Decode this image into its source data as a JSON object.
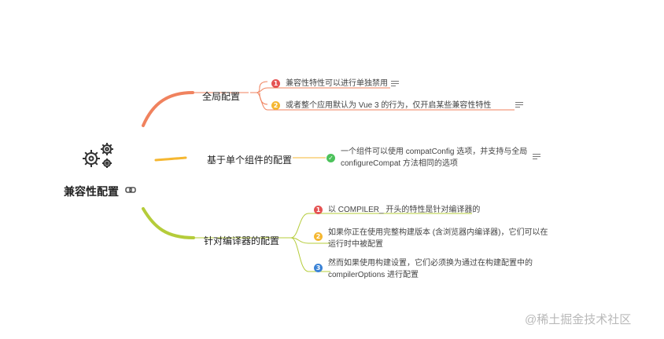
{
  "root": {
    "title": "兼容性配置",
    "gear_icon": "gears-icon",
    "link_icon": "link-icon"
  },
  "branches": [
    {
      "label": "全局配置",
      "color": "#f0825e",
      "children": [
        {
          "badge": "1",
          "badge_color": "#e55353",
          "text": "兼容性特性可以进行单独禁用",
          "has_note": true
        },
        {
          "badge": "2",
          "badge_color": "#f5b731",
          "text": "或者整个应用默认为 Vue 3 的行为，仅开启某些兼容性特性",
          "has_note": true
        }
      ]
    },
    {
      "label": "基于单个组件的配置",
      "color": "#f5b731",
      "children": [
        {
          "badge": "✓",
          "badge_color": "#4cc25b",
          "text_lines": [
            "一个组件可以使用 compatConfig 选项，并支持与全局",
            "configureCompat 方法相同的选项"
          ],
          "has_note": true
        }
      ]
    },
    {
      "label": "针对编译器的配置",
      "color": "#b5cc3a",
      "children": [
        {
          "badge": "1",
          "badge_color": "#e55353",
          "text": "以 COMPILER_ 开头的特性是针对编译器的"
        },
        {
          "badge": "2",
          "badge_color": "#f5b731",
          "text_lines": [
            "如果你正在使用完整构建版本 (含浏览器内编译器)，它们可以在",
            "运行时中被配置"
          ]
        },
        {
          "badge": "3",
          "badge_color": "#3a82d6",
          "text_lines": [
            "然而如果使用构建设置，它们必须换为通过在构建配置中的",
            "compilerOptions 进行配置"
          ]
        }
      ]
    }
  ],
  "watermark": "@稀土掘金技术社区"
}
